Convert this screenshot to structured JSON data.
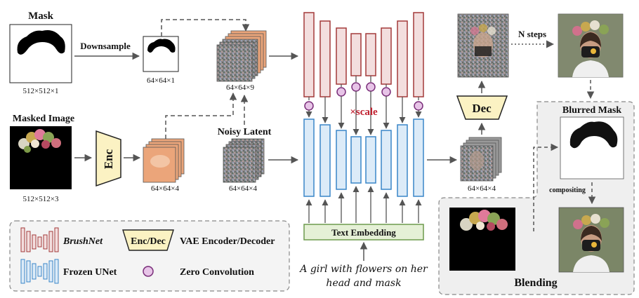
{
  "labels": {
    "mask": "Mask",
    "mask_dims": "512×512×1",
    "downsample": "Downsample",
    "down_dims": "64×64×1",
    "concat_dims": "64×64×9",
    "masked_image": "Masked Image",
    "masked_image_dims": "512×512×3",
    "enc": "Enc",
    "latent_dims": "64×64×4",
    "noisy_latent": "Noisy Latent",
    "noisy_dims": "64×64×4",
    "scale": "×scale",
    "text_embedding": "Text Embedding",
    "prompt_line1": "A girl with flowers on her",
    "prompt_line2": "head and mask",
    "dec": "Dec",
    "output_dims": "64×64×4",
    "n_steps": "N steps",
    "blurred_mask": "Blurred Mask",
    "compositing": "compositing",
    "blending": "Blending"
  },
  "legend": {
    "brushnet": "BrushNet",
    "enc_dec": "Enc/Dec",
    "vae": "VAE Encoder/Decoder",
    "frozen_unet": "Frozen UNet",
    "zero_conv": "Zero Convolution"
  },
  "colors": {
    "brushnet_fill": "#f3dede",
    "brushnet_stroke": "#a33a3a",
    "unet_fill": "#dcebf8",
    "unet_stroke": "#3a86c8",
    "enc_fill": "#fbf2c3",
    "enc_stroke": "#222222",
    "zero_conv_fill": "#e7c4e7",
    "zero_conv_stroke": "#7a2f7a",
    "text_emb_fill": "#e5f0d6",
    "text_emb_stroke": "#6d9a4d",
    "scale_color": "#c0202f",
    "latent_orange": "#eba57a"
  }
}
